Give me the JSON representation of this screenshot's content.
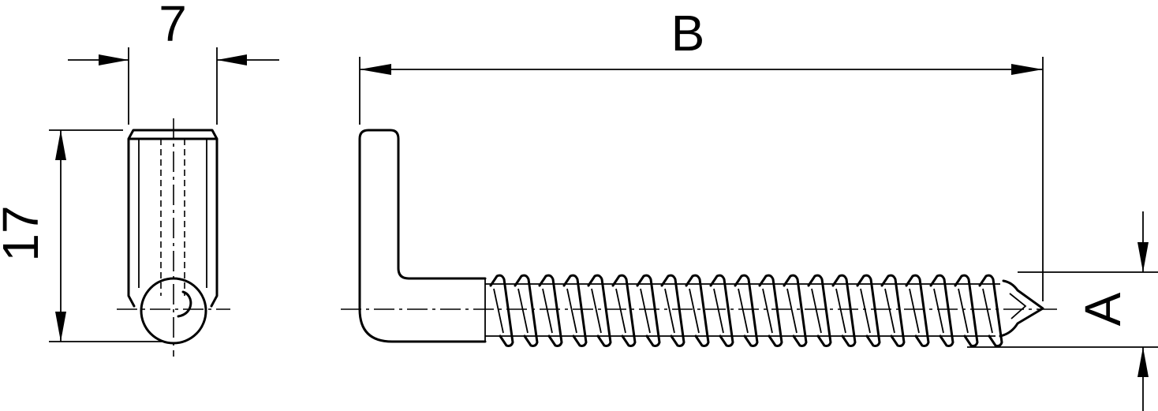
{
  "drawing": {
    "side_view_width_label": "7",
    "side_view_height_label": "17",
    "overall_length_label": "B",
    "thread_diameter_label": "A"
  },
  "colors": {
    "line": "#000000",
    "background": "#ffffff"
  }
}
